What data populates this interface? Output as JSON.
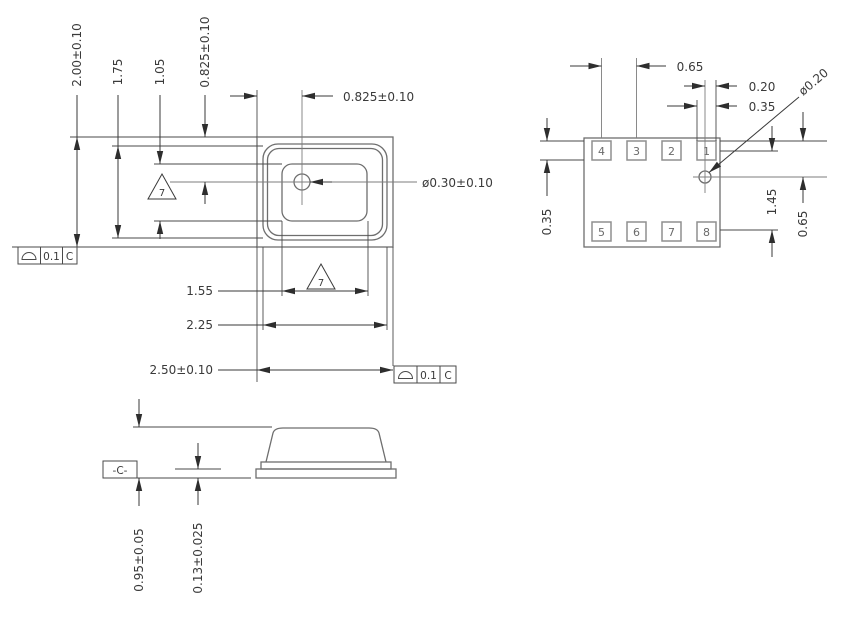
{
  "top_view": {
    "dim_total_height": "2.00±0.10",
    "dim_lid_height": "1.75",
    "dim_cavity_height": "1.05",
    "dim_hole_y": "0.825±0.10",
    "dim_hole_x": "0.825±0.10",
    "hole_diameter": "ø0.30±0.10",
    "dim_cavity_width": "1.55",
    "dim_lid_width": "2.25",
    "dim_total_width": "2.50±0.10",
    "flag_note_1": "7",
    "flag_note_2": "7",
    "fcf_left": {
      "symbol": "profile-of-surface",
      "tolerance": "0.1",
      "datum": "C"
    },
    "fcf_bottom": {
      "symbol": "profile-of-surface",
      "tolerance": "0.1",
      "datum": "C"
    }
  },
  "pad_view": {
    "pad_numbers": [
      "4",
      "3",
      "2",
      "1",
      "5",
      "6",
      "7",
      "8"
    ],
    "dim_pad_pitch_x": "0.65",
    "dim_hole_to_pad_edge": "0.20",
    "dim_pad_width": "0.35",
    "dim_pad_height": "0.35",
    "hole_diameter": "ø0.20",
    "dim_pad_row_pitch": "1.45",
    "dim_hole_y": "0.65"
  },
  "side_view": {
    "datum_label": "-C-",
    "dim_overall_height": "0.95±0.05",
    "dim_base_thickness": "0.13±0.025"
  },
  "colors": {
    "line": "#3a3a3a",
    "geometry": "#6e6e6e",
    "pad": "#8f8f8f",
    "background": "#ffffff"
  }
}
